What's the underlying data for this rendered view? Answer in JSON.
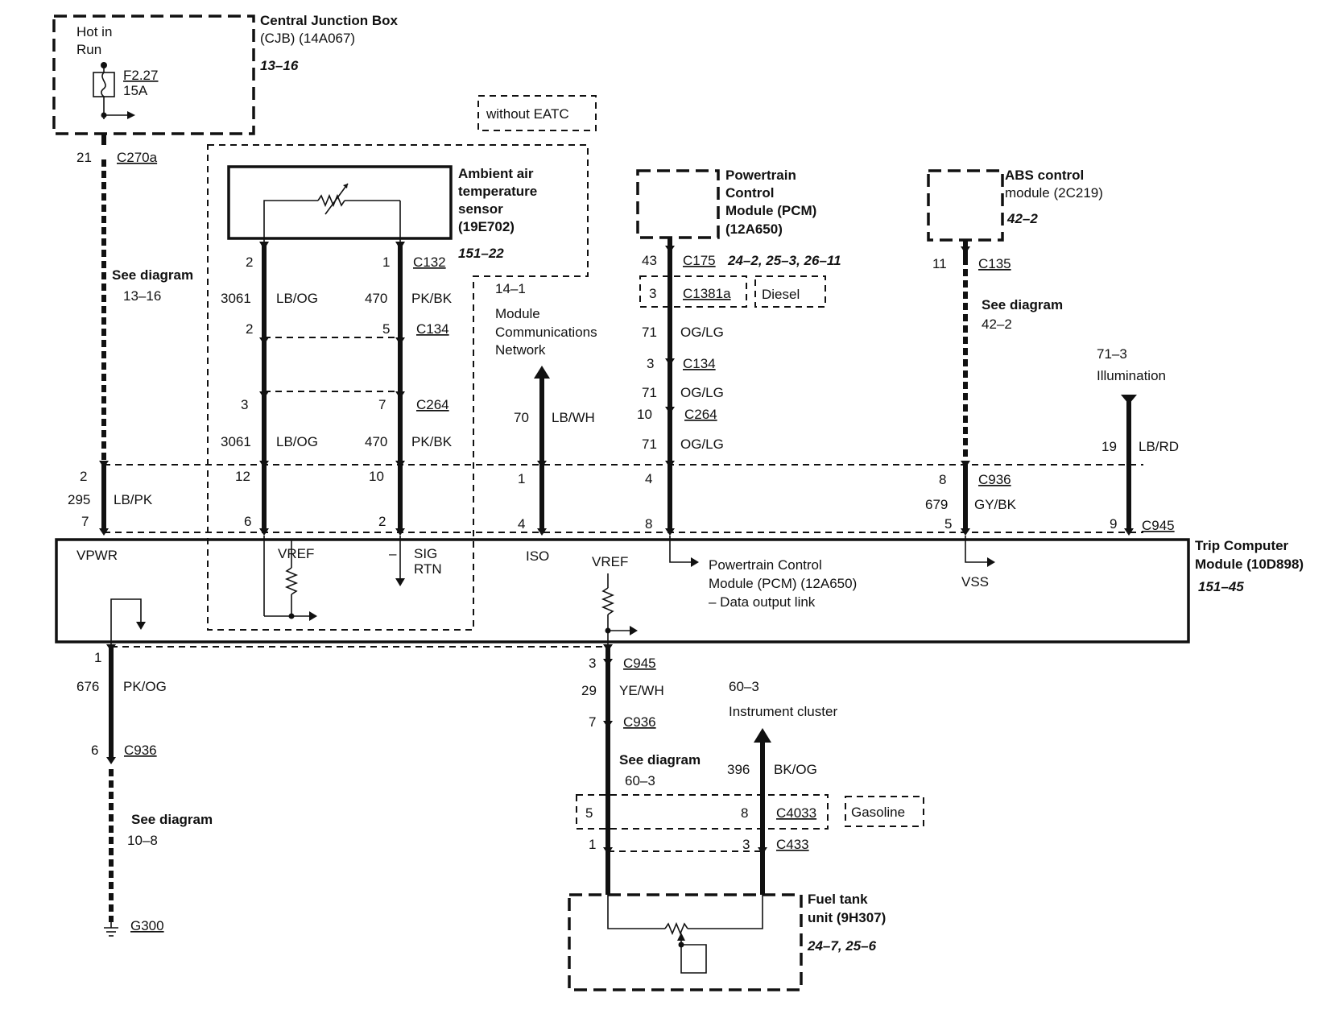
{
  "cjb": {
    "title1": "Central Junction Box",
    "title2": "(CJB) (14A067)",
    "ref": "13–16",
    "hot1": "Hot in",
    "hot2": "Run",
    "fuse": "F2.27",
    "amps": "15A"
  },
  "eatc": "without EATC",
  "aat": {
    "l1": "Ambient air",
    "l2": "temperature",
    "l3": "sensor",
    "l4": "(19E702)",
    "ref": "151–22"
  },
  "pcm": {
    "l1": "Powertrain",
    "l2": "Control",
    "l3": "Module (PCM)",
    "l4": "(12A650)",
    "refs": "24–2, 25–3, 26–11"
  },
  "abs": {
    "l1": "ABS control",
    "l2": "module (2C219)",
    "ref": "42–2"
  },
  "col1": {
    "pin_top": "21",
    "conn_top": "C270a",
    "see": "See diagram",
    "see_ref": "13–16",
    "pin_a": "2",
    "circuit": "295",
    "color": "LB/PK",
    "pin_b": "7"
  },
  "aatwires": {
    "p2": "2",
    "p1": "1",
    "c132": "C132",
    "c3061a": "3061",
    "lbog_a": "LB/OG",
    "c470a": "470",
    "pkbk_a": "PK/BK",
    "p2b": "2",
    "p5": "5",
    "c134": "C134",
    "p3": "3",
    "p7": "7",
    "c264": "C264",
    "c3061b": "3061",
    "lbog_b": "LB/OG",
    "c470b": "470",
    "pkbk_b": "PK/BK",
    "p12": "12",
    "p10": "10",
    "p6": "6",
    "p2c": "2"
  },
  "mcn": {
    "ref": "14–1",
    "l1": "Module",
    "l2": "Communications",
    "l3": "Network",
    "circuit": "70",
    "color": "LB/WH",
    "pin_a": "1",
    "pin_b": "4"
  },
  "pcmwires": {
    "p43": "43",
    "c175": "C175",
    "p3a": "3",
    "c1381a": "C1381a",
    "diesel": "Diesel",
    "c71a": "71",
    "og_a": "OG/LG",
    "p3b": "3",
    "c134": "C134",
    "c71b": "71",
    "og_b": "OG/LG",
    "p10": "10",
    "c264": "C264",
    "c71c": "71",
    "og_c": "OG/LG",
    "p4": "4",
    "p8": "8"
  },
  "abswires": {
    "p11": "11",
    "c135": "C135",
    "see": "See diagram",
    "see_ref": "42–2",
    "p8": "8",
    "c936": "C936",
    "circuit": "679",
    "color": "GY/BK",
    "p5": "5"
  },
  "illum": {
    "ref": "71–3",
    "label": "Illumination",
    "circuit": "19",
    "color": "LB/RD",
    "pin": "9",
    "conn": "C945"
  },
  "tcm": {
    "l1": "Trip Computer",
    "l2": "Module (10D898)",
    "ref": "151–45",
    "vpwr": "VPWR",
    "vref1": "VREF",
    "sig1": "SIG",
    "sig2": "RTN",
    "iso": "ISO",
    "vref2": "VREF",
    "pcm1": "Powertrain Control",
    "pcm2": "Module (PCM) (12A650)",
    "pcm3": "– Data output link",
    "vss": "VSS"
  },
  "gnd": {
    "pin1": "1",
    "circuit": "676",
    "color": "PK/OG",
    "pin6": "6",
    "c936": "C936",
    "see": "See diagram",
    "see_ref": "10–8",
    "g300": "G300"
  },
  "fuel": {
    "pin3": "3",
    "c945": "C945",
    "circuit": "29",
    "color": "YE/WH",
    "pin7": "7",
    "c936": "C936",
    "see": "See diagram",
    "see_ref": "60–3",
    "ic_ref": "60–3",
    "ic": "Instrument cluster",
    "c396": "396",
    "bkog": "BK/OG",
    "p5": "5",
    "p8": "8",
    "c4033": "C4033",
    "gas": "Gasoline",
    "p1": "1",
    "p3": "3",
    "c433": "C433",
    "l1": "Fuel tank",
    "l2": "unit (9H307)",
    "refs": "24–7, 25–6"
  }
}
